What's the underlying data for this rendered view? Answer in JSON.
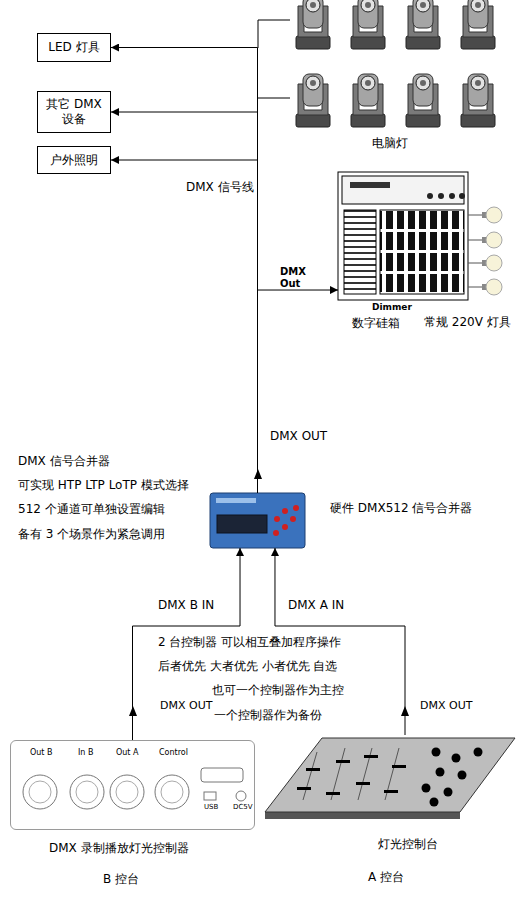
{
  "diagram": {
    "nodes": [
      {
        "text": [
          "LED 灯具"
        ]
      },
      {
        "text": [
          "其它 DMX 设备"
        ]
      },
      {
        "text": [
          "户外照明"
        ]
      },
      {
        "text": [
          "Dimmer",
          "数字硅箱"
        ]
      },
      {
        "text": [
          "硬件 DMX512 信号合并器"
        ]
      },
      {
        "text": [
          "Out B",
          "In B",
          "Out A",
          "Control",
          "USB",
          "DC5V",
          "DMX 录制播放灯光控制器",
          "B 控台"
        ]
      },
      {
        "text": [
          "灯光控制台",
          "A 控台"
        ]
      }
    ],
    "edges": [
      {
        "from": 4,
        "to": 0,
        "arrow": "to"
      },
      {
        "from": 4,
        "to": 1,
        "arrow": "to"
      },
      {
        "from": 4,
        "to": 2,
        "arrow": "to"
      },
      {
        "from": 4,
        "to": 3,
        "arrow": "to",
        "label": "DMX Out"
      },
      {
        "from": 5,
        "to": 4,
        "arrow": "to",
        "label": "DMX B IN"
      },
      {
        "from": 6,
        "to": 4,
        "arrow": "to",
        "label": "DMX A IN"
      }
    ],
    "labels": [
      "电脑灯",
      "DMX 信号线",
      "常规 220V 灯具",
      "DMX OUT",
      "DMX 信号合并器",
      "可实现 HTP LTP LoTP 模式选择",
      "512 个通道可单独设置编辑",
      "备有 3 个场景作为紧急调用",
      "2 台控制器 可以相互叠加程序操作",
      "后者优先 大者优先 小者优先 自选",
      "也可一个控制器作为主控",
      "一个控制器作为备份",
      "DMX OUT",
      "DMX OUT"
    ]
  }
}
